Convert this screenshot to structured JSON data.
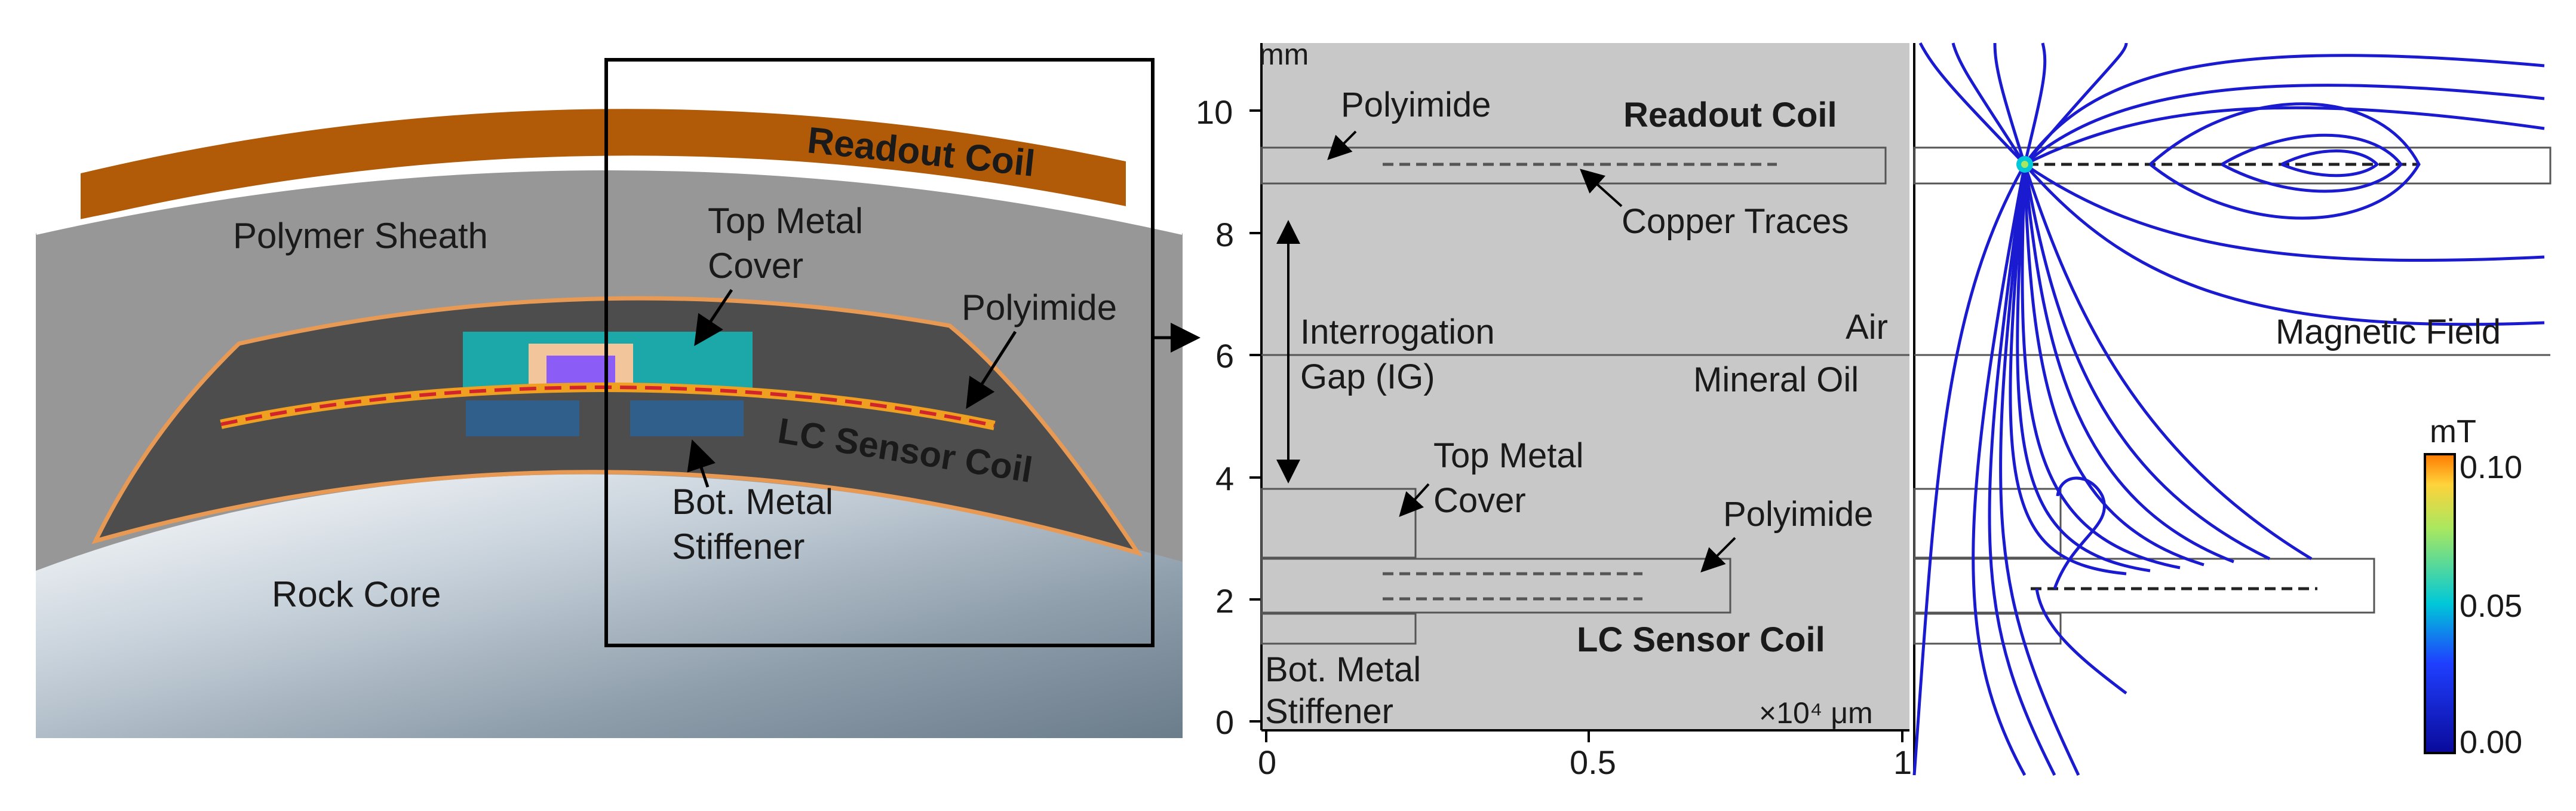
{
  "cross_section": {
    "readout_coil": "Readout Coil",
    "polymer_sheath": "Polymer Sheath",
    "top_metal_cover_line1": "Top Metal",
    "top_metal_cover_line2": "Cover",
    "polyimide": "Polyimide",
    "lc_sensor_coil": "LC Sensor Coil",
    "bot_stiffener_line1": "Bot. Metal",
    "bot_stiffener_line2": "Stiffener",
    "rock_core": "Rock Core"
  },
  "geometry_plot": {
    "unit_y": "mm",
    "y_ticks": [
      "0",
      "2",
      "4",
      "6",
      "8",
      "10"
    ],
    "x_ticks": [
      "0",
      "0.5",
      "1"
    ],
    "x_unit": "×10⁴ μm",
    "polyimide_top": "Polyimide",
    "readout_coil": "Readout Coil",
    "copper_traces": "Copper Traces",
    "ig_line1": "Interrogation",
    "ig_line2": "Gap (IG)",
    "air": "Air",
    "mineral_oil": "Mineral Oil",
    "top_metal_cover_line1": "Top Metal",
    "top_metal_cover_line2": "Cover",
    "polyimide_bottom": "Polyimide",
    "lc_sensor_coil": "LC Sensor Coil",
    "bot_stiffener_line1": "Bot. Metal",
    "bot_stiffener_line2": "Stiffener"
  },
  "field_plot": {
    "magnetic_field": "Magnetic Field",
    "colorbar_unit": "mT",
    "colorbar_ticks": [
      "0.10",
      "0.05",
      "0.00"
    ],
    "colors": {
      "low": "#0a0a9a",
      "mid": "#00c8d8",
      "high": "#ffd23a",
      "max": "#ff6a00"
    }
  }
}
